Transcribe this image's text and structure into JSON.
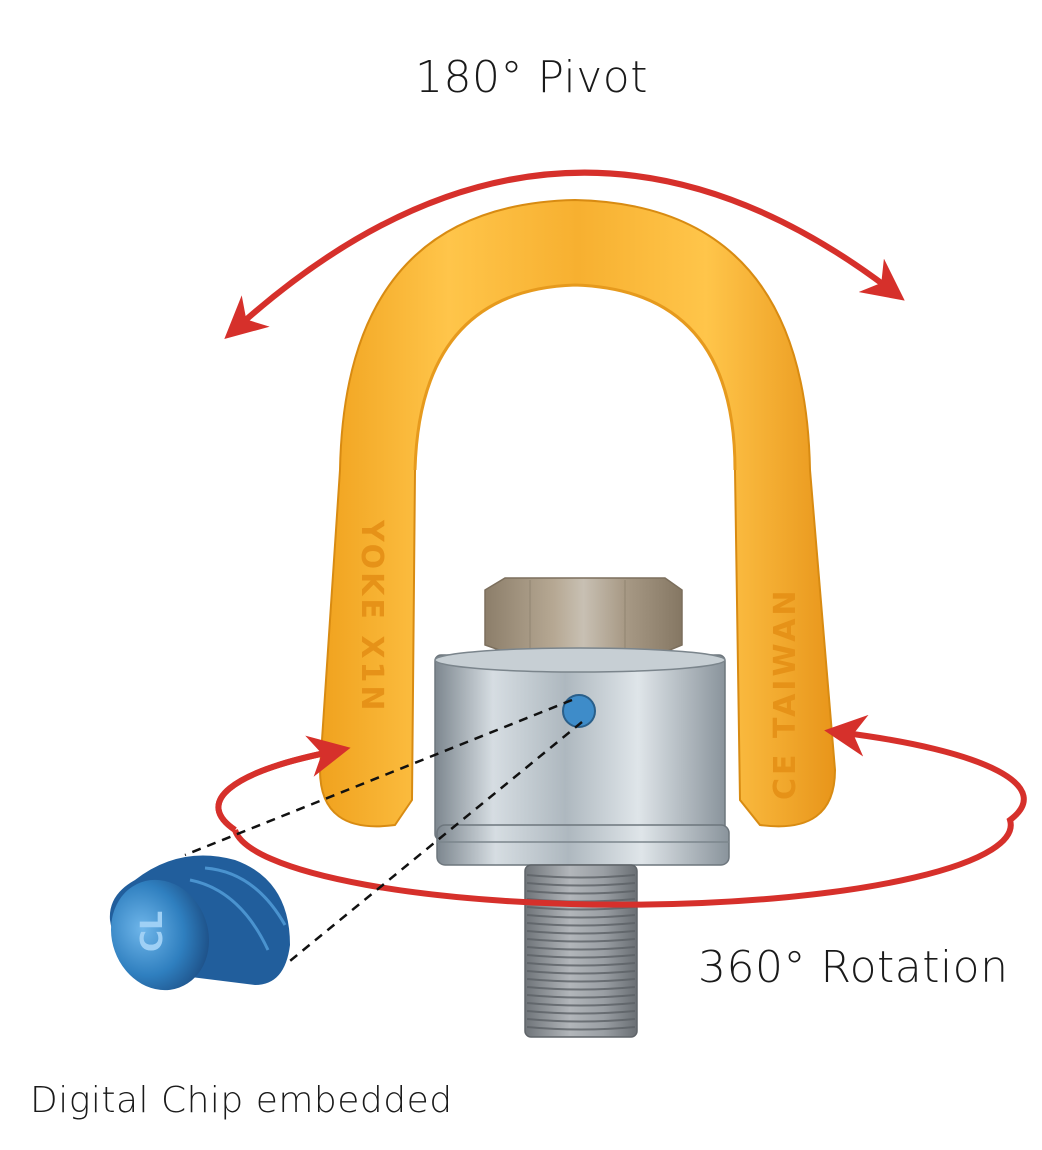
{
  "labels": {
    "pivot": "180° Pivot",
    "rotation": "360° Rotation",
    "chip": "Digital Chip embedded"
  },
  "shackle_markings": {
    "left": "YOKE X1N",
    "right": "CE TAIWAN"
  },
  "colors": {
    "background": "#ffffff",
    "arrow": "#d6302b",
    "shackle": "#f5a623",
    "body_steel": "#b9c2c8",
    "nut": "#a89a86",
    "chip": "#2f7fbf",
    "text": "#1a1a1a"
  }
}
